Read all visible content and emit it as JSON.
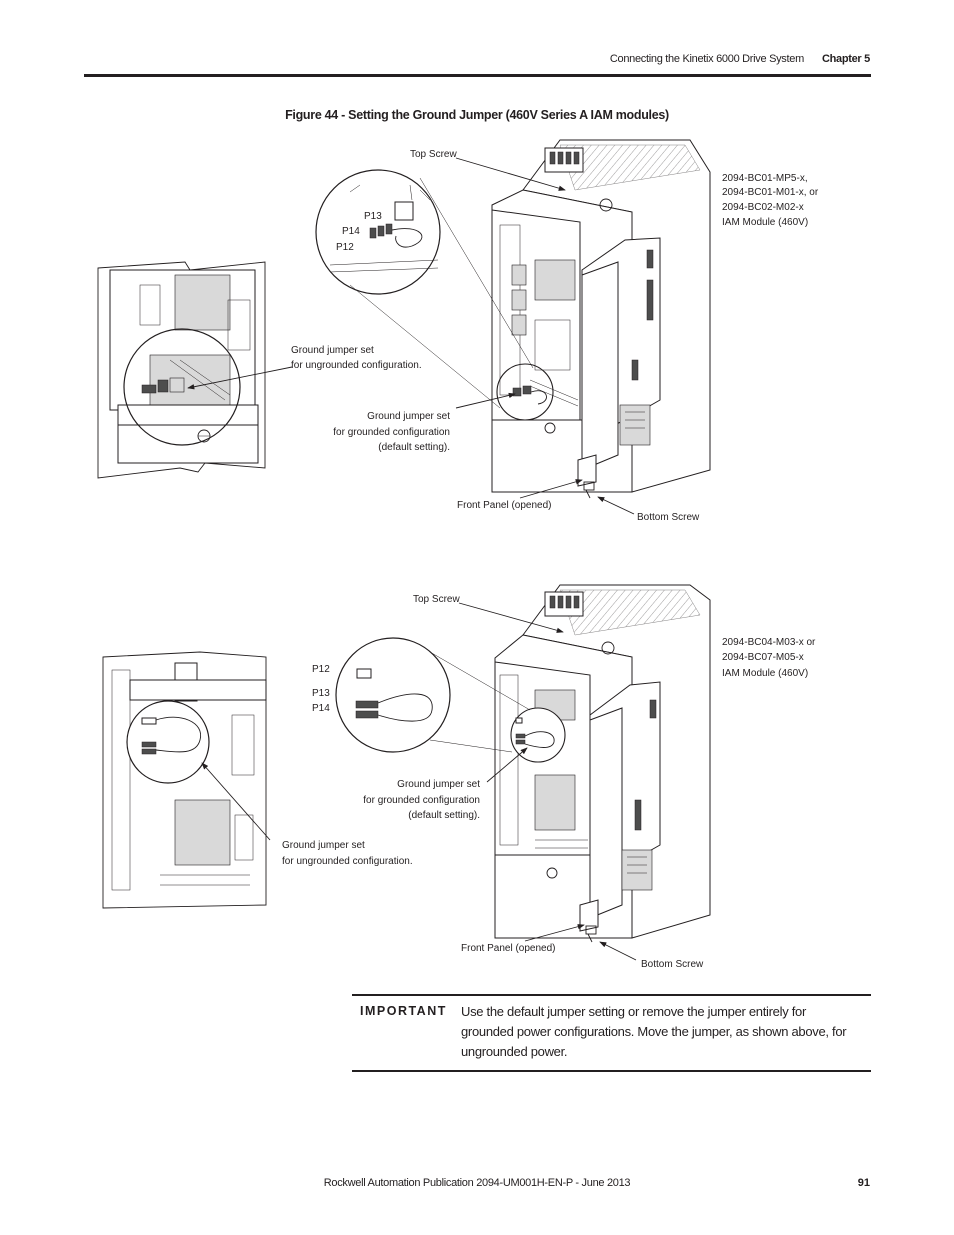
{
  "header": {
    "section": "Connecting the Kinetix 6000 Drive System",
    "chapter": "Chapter 5"
  },
  "figure": {
    "title": "Figure 44 - Setting the Ground Jumper (460V Series A IAM modules)",
    "top": {
      "top_screw": "Top Screw",
      "model_line1": "2094-BC01-MP5-x,",
      "model_line2": "2094-BC01-M01-x, or",
      "model_line3": "2094-BC02-M02-x",
      "model_line4": "IAM Module (460V)",
      "p13": "P13",
      "p14": "P14",
      "p12": "P12",
      "ungrounded_line1": "Ground jumper set",
      "ungrounded_line2": "for ungrounded configuration.",
      "grounded_line1": "Ground jumper set",
      "grounded_line2": "for grounded configuration",
      "grounded_line3": "(default setting).",
      "front_panel": "Front Panel (opened)",
      "bottom_screw": "Bottom Screw"
    },
    "bottom": {
      "top_screw": "Top Screw",
      "model_line1": "2094-BC04-M03-x or",
      "model_line2": "2094-BC07-M05-x",
      "model_line3": "IAM Module (460V)",
      "p12": "P12",
      "p13": "P13",
      "p14": "P14",
      "grounded_line1": "Ground jumper set",
      "grounded_line2": "for grounded configuration",
      "grounded_line3": "(default setting).",
      "ungrounded_line1": "Ground jumper set",
      "ungrounded_line2": "for ungrounded configuration.",
      "front_panel": "Front Panel (opened)",
      "bottom_screw": "Bottom Screw"
    }
  },
  "important": {
    "label": "IMPORTANT",
    "text": "Use the default jumper setting or remove the jumper entirely for grounded power configurations. Move the jumper, as shown above, for ungrounded power."
  },
  "footer": {
    "publication": "Rockwell Automation Publication 2094-UM001H-EN-P - June 2013",
    "page_number": "91"
  }
}
